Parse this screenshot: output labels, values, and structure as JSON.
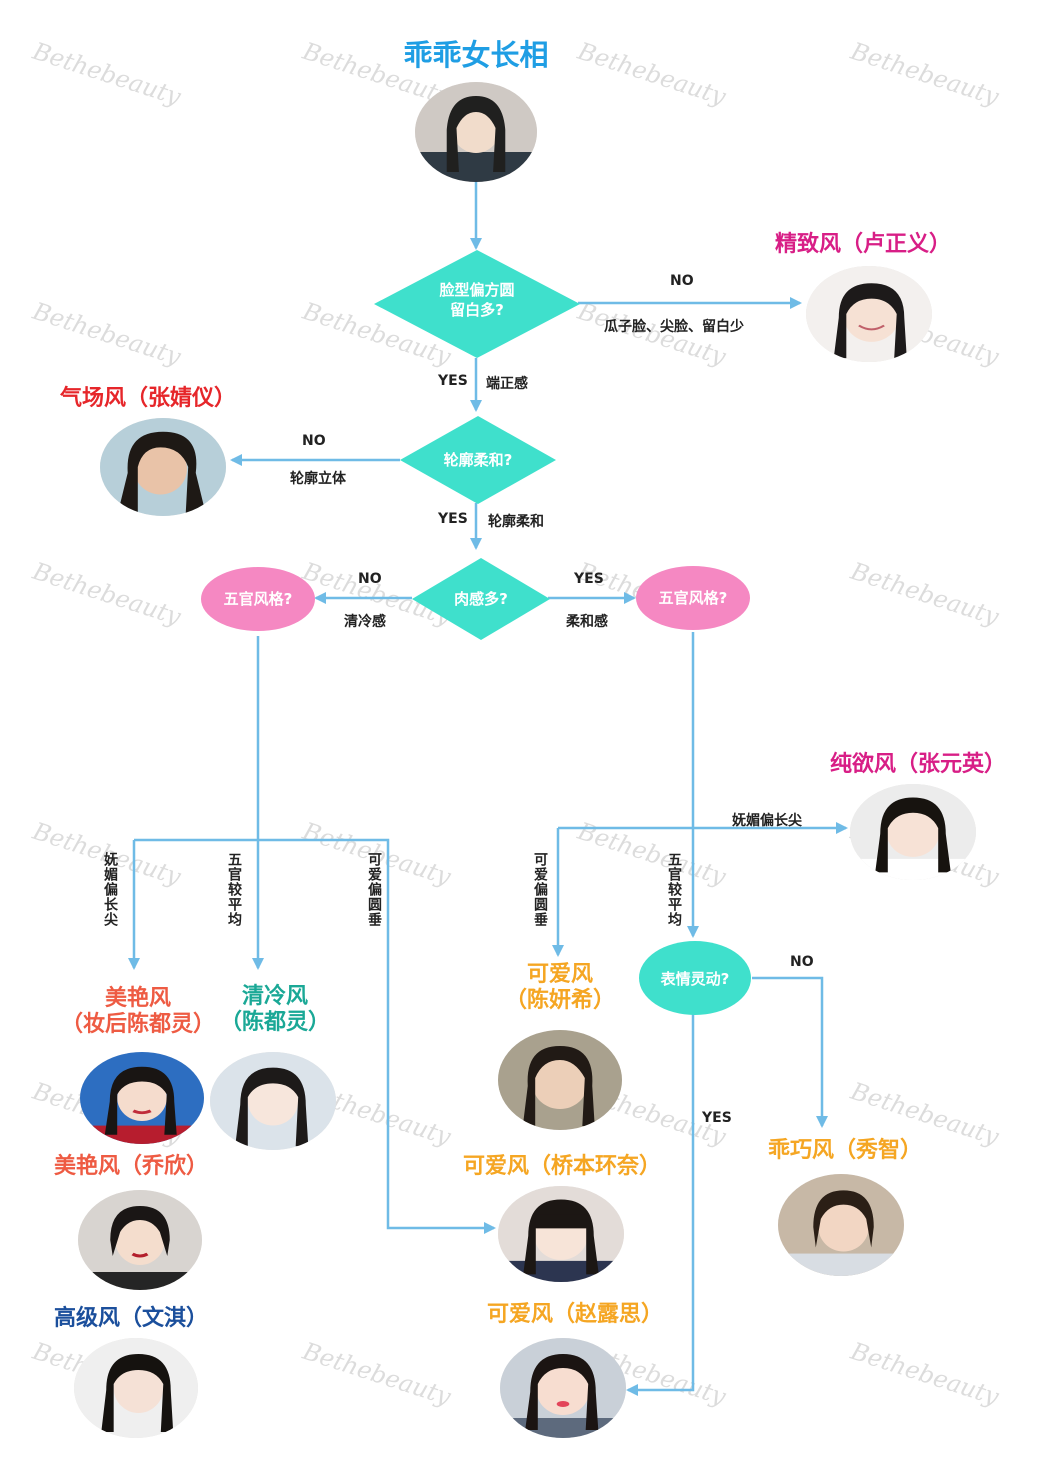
{
  "colors": {
    "line": "#6fbbe6",
    "diamond": "#3fe0cc",
    "pink": "#f588c2",
    "teal_oval": "#3fe0cc",
    "blue": "#1f9ee4",
    "magenta": "#d81e86",
    "red": "#e6262a",
    "teal_text": "#1aa896",
    "orange": "#f5a623",
    "navy": "#1b4f9c",
    "salmon": "#ee5b43"
  },
  "watermark": "Bethebeauty",
  "title": "乖乖女长相",
  "decisions": {
    "d1": [
      "脸型偏方圆",
      "留白多?"
    ],
    "d2": "轮廓柔和?",
    "d3": "肉感多?",
    "o1": "五官风格?",
    "o2": "五官风格?",
    "o3": "表情灵动?"
  },
  "edge_labels": {
    "d1_no": "NO",
    "d1_no_desc": "瓜子脸、尖脸、留白少",
    "d1_yes": "YES",
    "d1_yes_desc": "端正感",
    "d2_no": "NO",
    "d2_no_desc": "轮廓立体",
    "d2_yes": "YES",
    "d2_yes_desc": "轮廓柔和",
    "d3_no": "NO",
    "d3_no_desc": "清冷感",
    "d3_yes": "YES",
    "d3_yes_desc": "柔和感",
    "left_b1": "妩媚偏长尖",
    "left_b2": "五官较平均",
    "left_b3": "可爱偏圆垂",
    "right_b1": "妩媚偏长尖",
    "right_b2": "可爱偏圆垂",
    "right_b3": "五官较平均",
    "o3_no": "NO",
    "o3_yes": "YES"
  },
  "results": {
    "jingzhi": "精致风（卢正义）",
    "qichang": "气场风（张婧仪）",
    "chunyu": "纯欲风（张元英）",
    "meiyan1": [
      "美艳风",
      "（妆后陈都灵）"
    ],
    "qingleng": [
      "清冷风",
      "（陈都灵）"
    ],
    "meiyan2": "美艳风（乔欣）",
    "gaoji": "高级风（文淇）",
    "keai1": [
      "可爱风",
      "（陈妍希）"
    ],
    "keai2": "可爱风（桥本环奈）",
    "keai3": "可爱风（赵露思）",
    "guaiqiao": "乖巧风（秀智）"
  }
}
